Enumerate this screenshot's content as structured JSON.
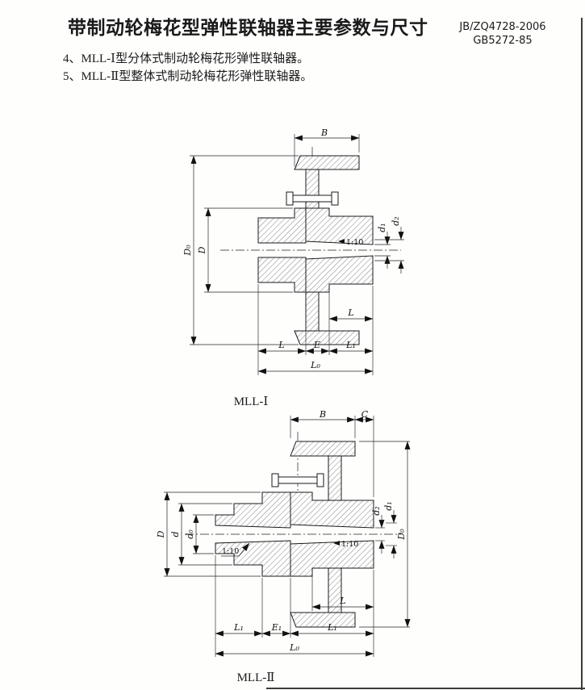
{
  "colors": {
    "paper": "#ffffff",
    "ink": "#1a1a1a"
  },
  "header": {
    "title": "带制动轮梅花型弹性联轴器主要参数与尺寸",
    "standard_line1": "JB/ZQ4728-2006",
    "standard_line2": "GB5272-85"
  },
  "notes": {
    "item4": "4、MLL-Ⅰ型分体式制动轮梅花形弹性联轴器。",
    "item5": "5、MLL-Ⅱ型整体式制动轮梅花形弹性联轴器。"
  },
  "fig1": {
    "caption": "MLL-Ⅰ",
    "dims": {
      "B": "B",
      "D0": "D₀",
      "D": "D",
      "d1": "d₁",
      "d2": "d₂",
      "taper": "1:10",
      "L_hub": "L",
      "L": "L",
      "E": "E",
      "L1": "L₁",
      "L0": "L₀"
    }
  },
  "fig2": {
    "caption": "MLL-Ⅱ",
    "dims": {
      "B": "B",
      "C": "C",
      "D": "D",
      "d": "d",
      "d0": "d₀",
      "d2": "d₂",
      "d1": "d₁",
      "D0": "D₀",
      "taper_left": "1:10",
      "taper_right": "1:10",
      "L_hub": "L",
      "L1_left": "L₁",
      "E1": "E₁",
      "L1_right": "L₁",
      "L0": "L₀"
    }
  }
}
